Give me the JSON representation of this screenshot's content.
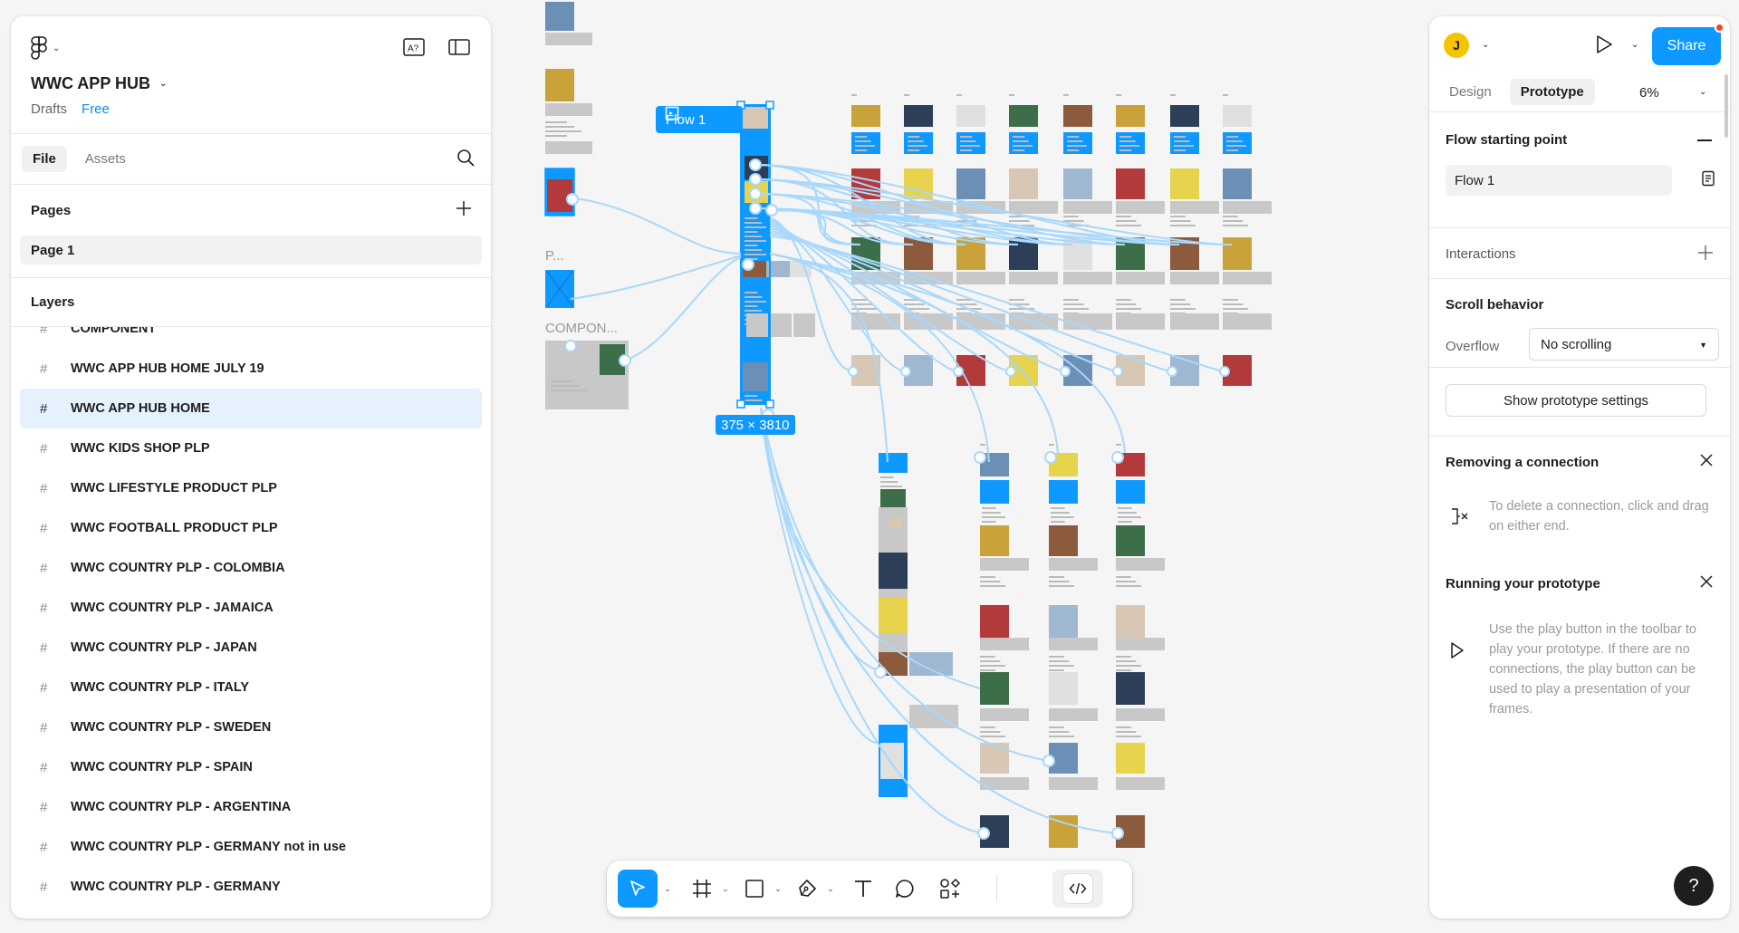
{
  "app": {
    "file_name": "WWC APP HUB",
    "location": "Drafts",
    "plan": "Free"
  },
  "left": {
    "tabs": [
      "File",
      "Assets"
    ],
    "pages_title": "Pages",
    "pages": [
      "Page 1"
    ],
    "layers_title": "Layers",
    "layers": [
      "COMPONENT",
      "WWC APP HUB HOME JULY 19",
      "WWC APP HUB HOME",
      "WWC KIDS SHOP PLP",
      "WWC LIFESTYLE PRODUCT PLP",
      "WWC FOOTBALL PRODUCT PLP",
      "WWC COUNTRY PLP - COLOMBIA",
      "WWC COUNTRY PLP - JAMAICA",
      "WWC COUNTRY PLP - JAPAN",
      "WWC COUNTRY PLP - ITALY",
      "WWC COUNTRY PLP - SWEDEN",
      "WWC COUNTRY PLP - SPAIN",
      "WWC COUNTRY PLP - ARGENTINA",
      "WWC COUNTRY PLP - GERMANY not in use",
      "WWC COUNTRY PLP - GERMANY"
    ],
    "selected_layer": "WWC APP HUB HOME"
  },
  "canvas": {
    "flow_label": "Flow 1",
    "dimensions": "375 × 3810",
    "label_p": "P...",
    "label_component": "COMPON..."
  },
  "right": {
    "avatar_initial": "J",
    "share_label": "Share",
    "tabs": [
      "Design",
      "Prototype"
    ],
    "active_tab": "Prototype",
    "zoom": "6%",
    "flow_starting_point": "Flow starting point",
    "flow_name": "Flow 1",
    "interactions": "Interactions",
    "scroll_behavior": "Scroll behavior",
    "overflow_label": "Overflow",
    "overflow_value": "No scrolling",
    "prototype_settings_button": "Show prototype settings",
    "tip1_title": "Removing a connection",
    "tip1_text": "To delete a connection, click and drag on either end.",
    "tip2_title": "Running your prototype",
    "tip2_text": "Use the play button in the toolbar to play your prototype. If there are no connections, the play button can be used to play a presentation of your frames.",
    "help": "?"
  },
  "colors": {
    "accent": "#0d99ff",
    "selection": "#e5f2fd",
    "avatar": "#f5c400",
    "notification": "#f24822",
    "connector": "#a8d8fb"
  },
  "toolbar": {
    "tools": [
      "move-tool",
      "frame-tool",
      "rectangle-tool",
      "pen-tool",
      "text-tool",
      "comment-tool",
      "resources-tool",
      "dev-mode-toggle"
    ]
  }
}
